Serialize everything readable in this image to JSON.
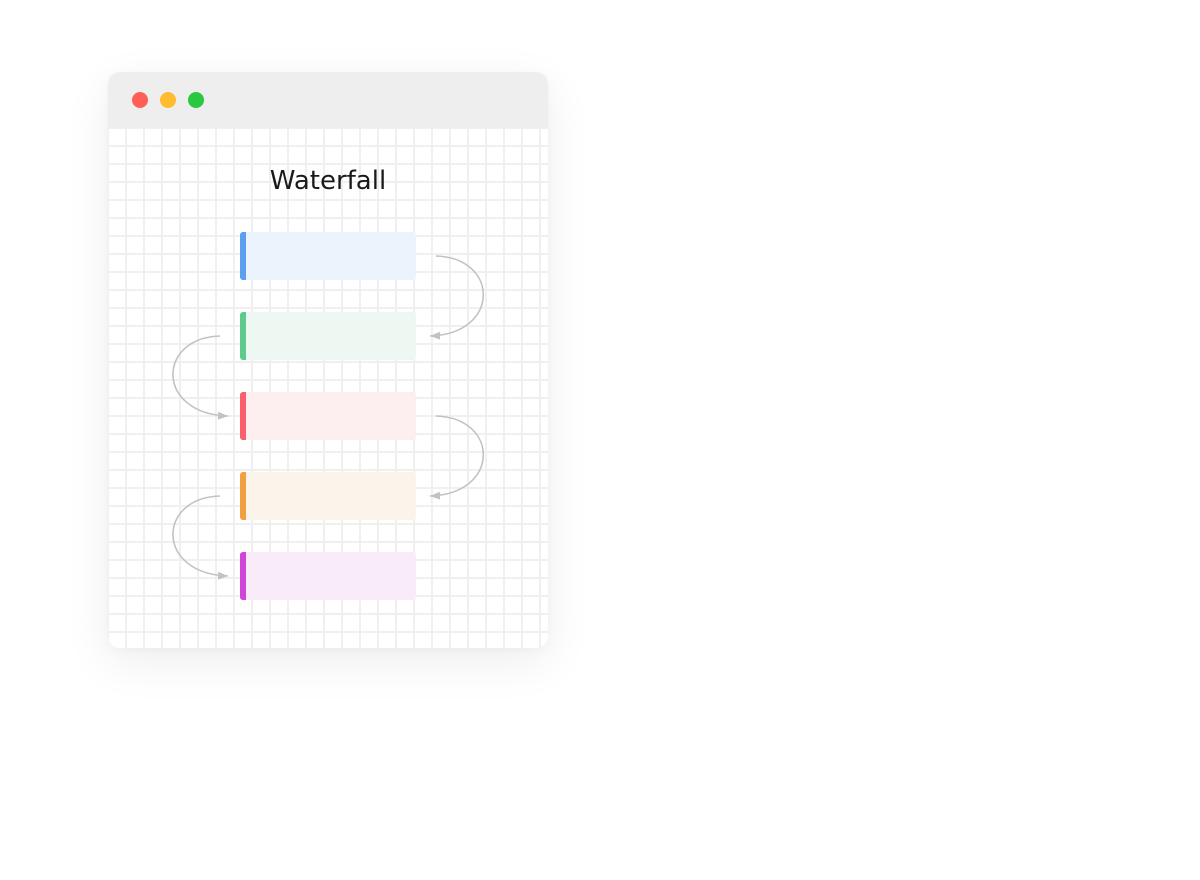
{
  "window": {
    "controls": [
      {
        "name": "close",
        "color": "#ff5f57"
      },
      {
        "name": "minimize",
        "color": "#febc2e"
      },
      {
        "name": "maximize",
        "color": "#28c840"
      }
    ]
  },
  "diagram": {
    "title": "Waterfall",
    "steps": [
      {
        "label": "",
        "accent": "#5a9ff0",
        "fill": "#ebf3fd"
      },
      {
        "label": "",
        "accent": "#5ecb8c",
        "fill": "#eef8f2"
      },
      {
        "label": "",
        "accent": "#fa5f6b",
        "fill": "#fdeef0"
      },
      {
        "label": "",
        "accent": "#f0a040",
        "fill": "#fcf4ea"
      },
      {
        "label": "",
        "accent": "#cf45d8",
        "fill": "#f9ebfa"
      }
    ],
    "connectors": [
      {
        "from": 0,
        "to": 1,
        "side": "right"
      },
      {
        "from": 1,
        "to": 2,
        "side": "left"
      },
      {
        "from": 2,
        "to": 3,
        "side": "right"
      },
      {
        "from": 3,
        "to": 4,
        "side": "left"
      }
    ],
    "arrow_color": "#c2c2c2"
  }
}
